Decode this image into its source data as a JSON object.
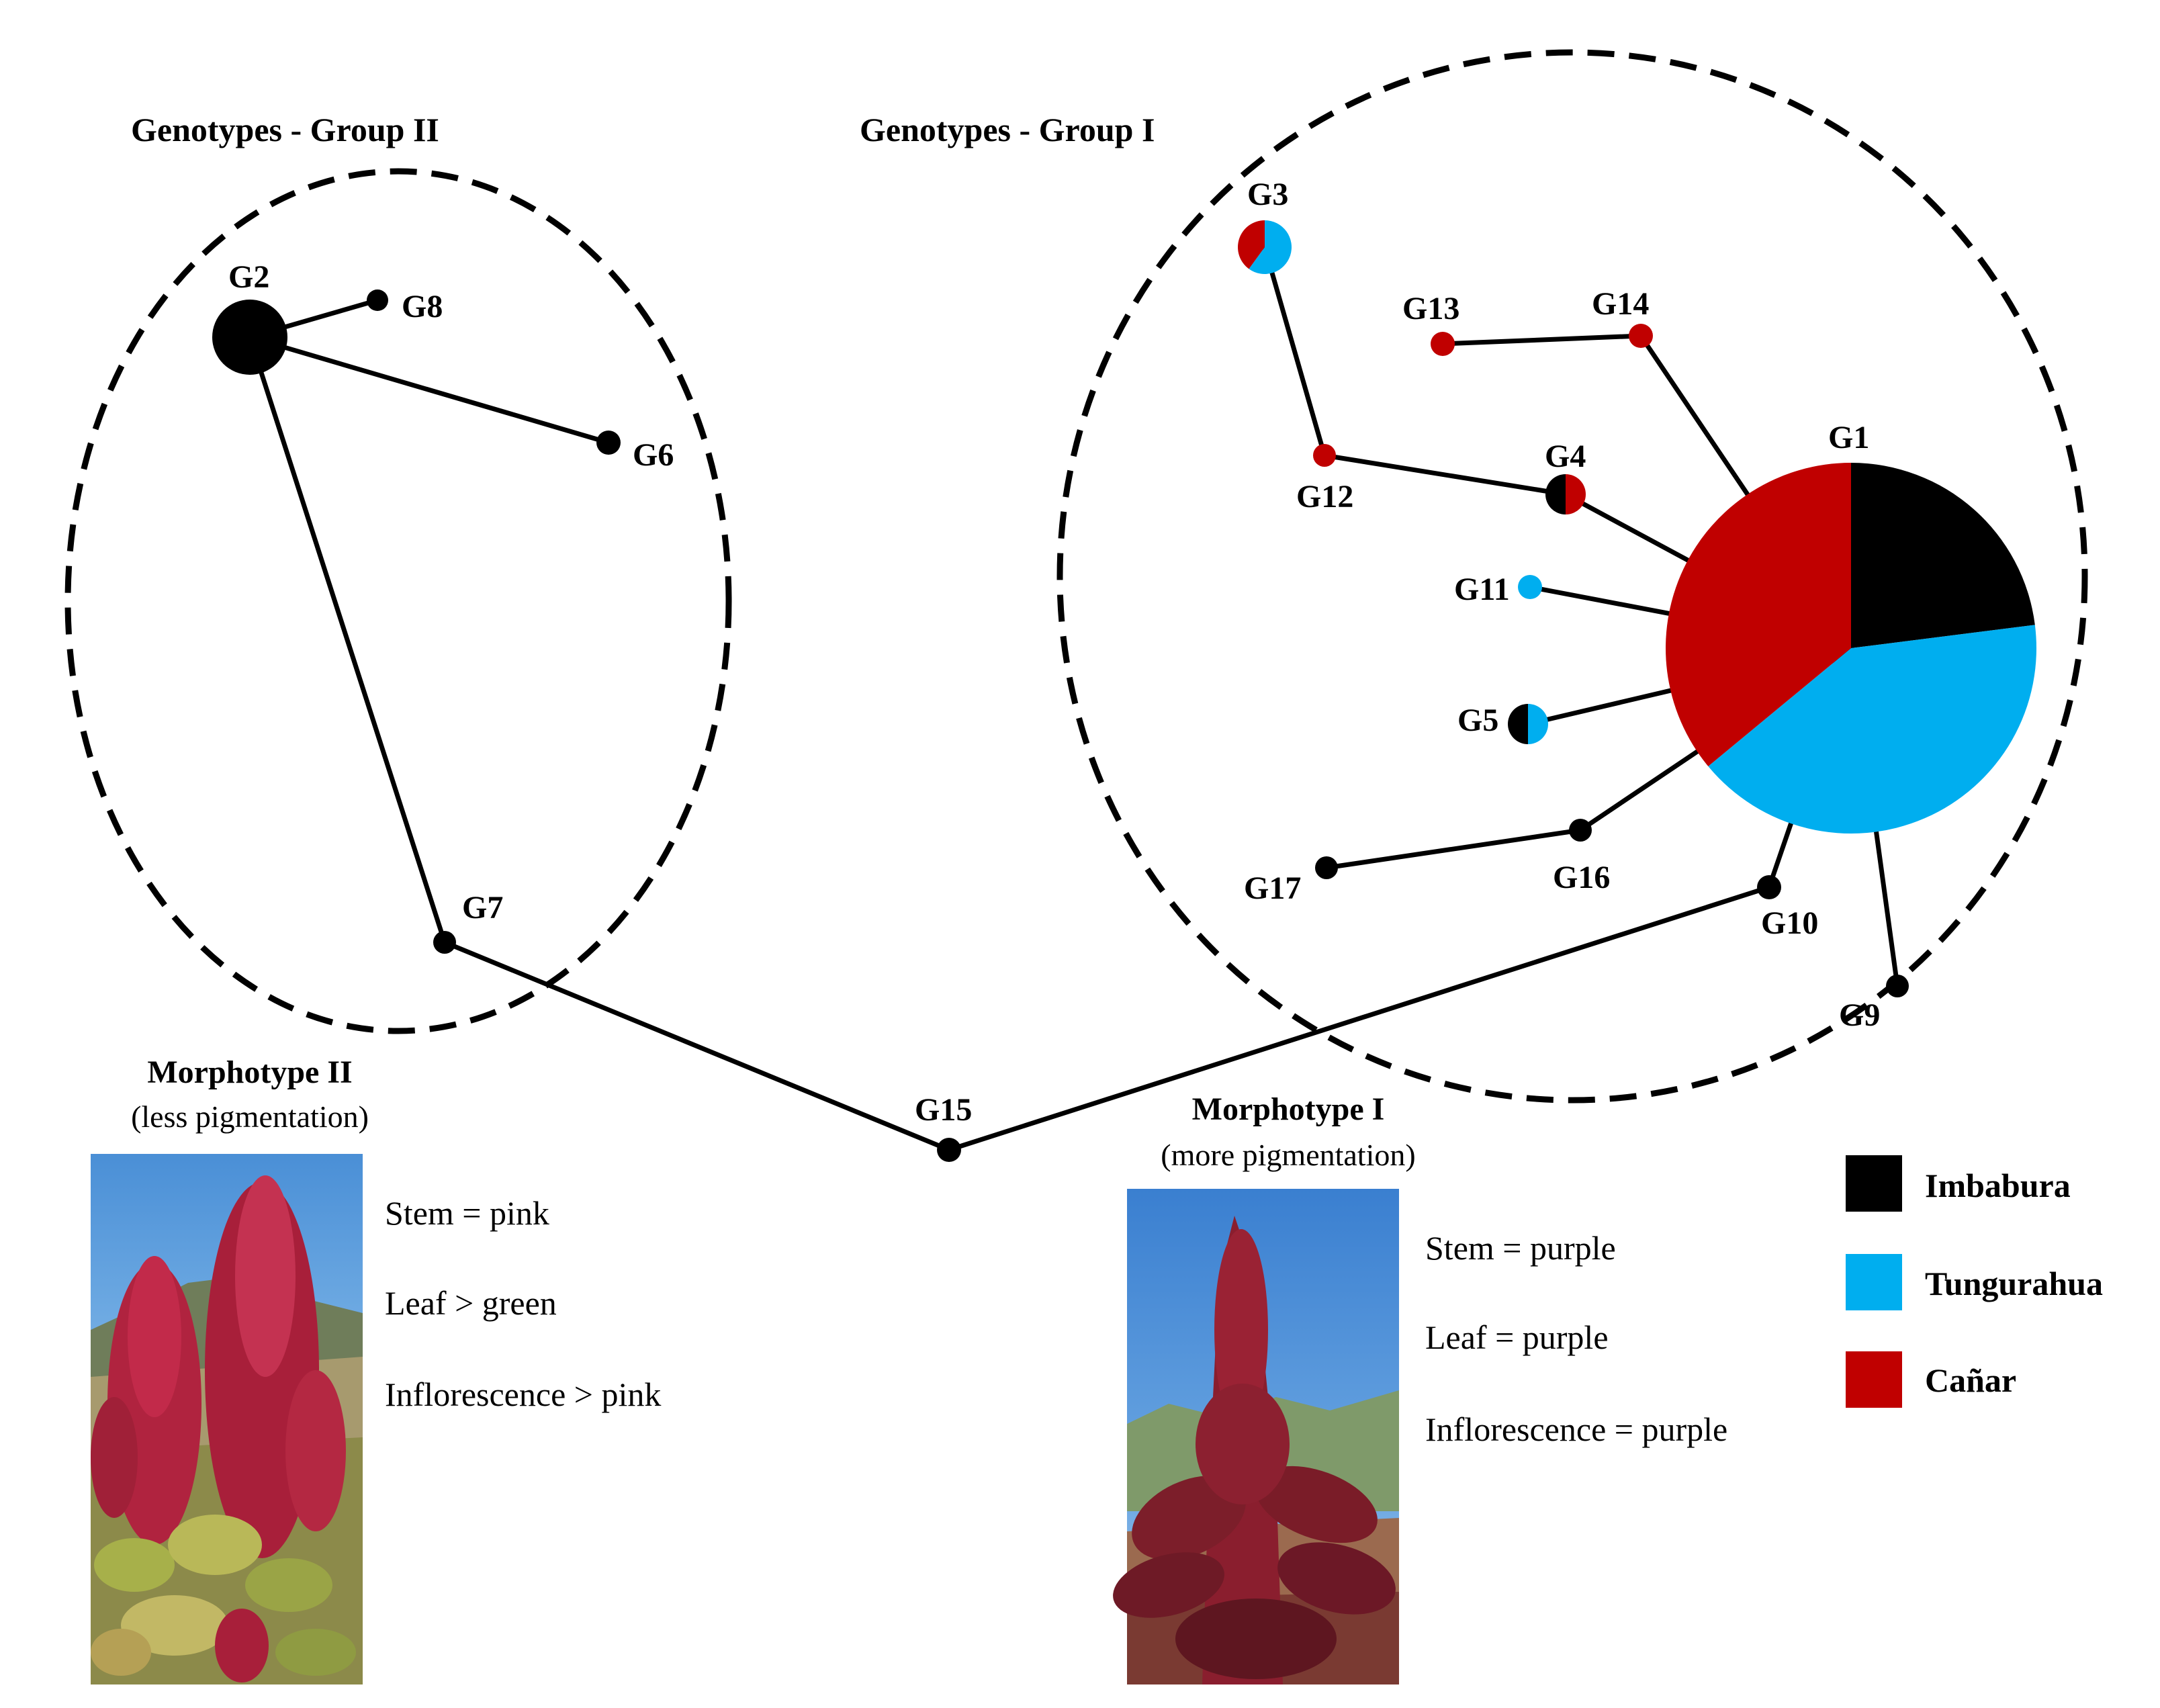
{
  "groups": {
    "group_ii": "Genotypes - Group II",
    "group_i": "Genotypes - Group I"
  },
  "colors": {
    "imbabura": "#000000",
    "tungurahua": "#00aeef",
    "canar": "#c00000"
  },
  "nodes": {
    "G1": "G1",
    "G2": "G2",
    "G3": "G3",
    "G4": "G4",
    "G5": "G5",
    "G6": "G6",
    "G7": "G7",
    "G8": "G8",
    "G9": "G9",
    "G10": "G10",
    "G11": "G11",
    "G12": "G12",
    "G13": "G13",
    "G14": "G14",
    "G15": "G15",
    "G16": "G16",
    "G17": "G17"
  },
  "composition": {
    "G1": {
      "imbabura": 0.23,
      "tungurahua": 0.41,
      "canar": 0.36
    },
    "G2": {
      "imbabura": 1
    },
    "G3": {
      "tungurahua": 0.6,
      "canar": 0.4
    },
    "G4": {
      "imbabura": 0.5,
      "canar": 0.5
    },
    "G5": {
      "imbabura": 0.5,
      "tungurahua": 0.5
    },
    "G11": {
      "tungurahua": 1
    },
    "G12": {
      "canar": 1
    },
    "G13": {
      "canar": 1
    },
    "G14": {
      "canar": 1
    }
  },
  "morphotype_ii": {
    "title": "Morphotype II",
    "subtitle": "(less pigmentation)",
    "traits": [
      "Stem = pink",
      "Leaf > green",
      "Inflorescence > pink"
    ]
  },
  "morphotype_i": {
    "title": "Morphotype I",
    "subtitle": "(more pigmentation)",
    "traits": [
      "Stem = purple",
      "Leaf = purple",
      "Inflorescence = purple"
    ]
  },
  "legend": [
    {
      "label": "Imbabura",
      "color": "#000000"
    },
    {
      "label": "Tungurahua",
      "color": "#00aeef"
    },
    {
      "label": "Cañar",
      "color": "#c00000"
    }
  ]
}
